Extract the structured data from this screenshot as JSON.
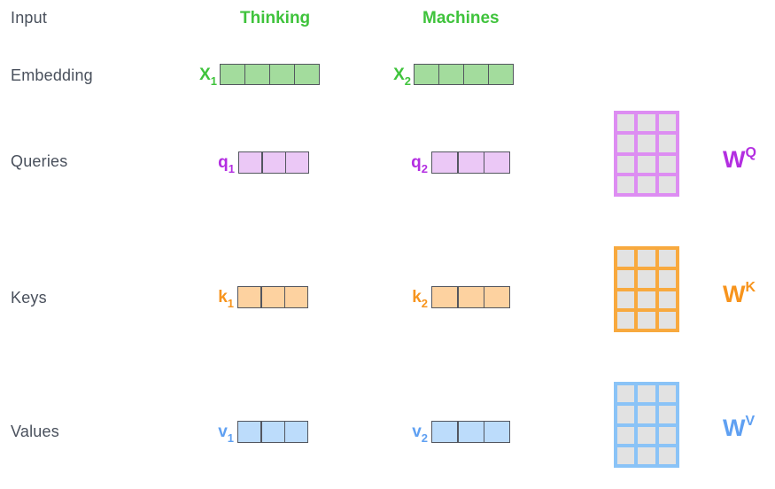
{
  "colors": {
    "green_text": "#3fc33c",
    "green_fill": "#a3dc9d",
    "purple_text": "#b32ee1",
    "purple_fill": "#ebc8f6",
    "purple_border": "#dd8df2",
    "orange_text": "#f7941d",
    "orange_fill": "#fdd2a0",
    "orange_border": "#f8a93e",
    "blue_text": "#5fa0f2",
    "blue_fill": "#bcdcfb",
    "blue_border": "#8ac3f7",
    "vector_border": "#53565f",
    "matrix_cell_fill": "#e2e2e2",
    "label_text": "#49505c"
  },
  "left_labels": {
    "input": "Input",
    "embedding": "Embedding",
    "queries": "Queries",
    "keys": "Keys",
    "values": "Values"
  },
  "column_headers": [
    {
      "label": "Thinking"
    },
    {
      "label": "Machines"
    }
  ],
  "rows": {
    "embedding": {
      "label": "Embedding",
      "vectors": [
        {
          "symbol": "X",
          "sub": "1",
          "cells": 4
        },
        {
          "symbol": "X",
          "sub": "2",
          "cells": 4
        }
      ]
    },
    "queries": {
      "label": "Queries",
      "vectors": [
        {
          "symbol": "q",
          "sub": "1",
          "cells": 3
        },
        {
          "symbol": "q",
          "sub": "2",
          "cells": 3
        }
      ],
      "weight_matrix": {
        "symbol": "W",
        "sup": "Q",
        "rows": 4,
        "cols": 3
      }
    },
    "keys": {
      "label": "Keys",
      "vectors": [
        {
          "symbol": "k",
          "sub": "1",
          "cells": 3
        },
        {
          "symbol": "k",
          "sub": "2",
          "cells": 3
        }
      ],
      "weight_matrix": {
        "symbol": "W",
        "sup": "K",
        "rows": 4,
        "cols": 3
      }
    },
    "values": {
      "label": "Values",
      "vectors": [
        {
          "symbol": "v",
          "sub": "1",
          "cells": 3
        },
        {
          "symbol": "v",
          "sub": "2",
          "cells": 3
        }
      ],
      "weight_matrix": {
        "symbol": "W",
        "sup": "V",
        "rows": 4,
        "cols": 3
      }
    }
  }
}
